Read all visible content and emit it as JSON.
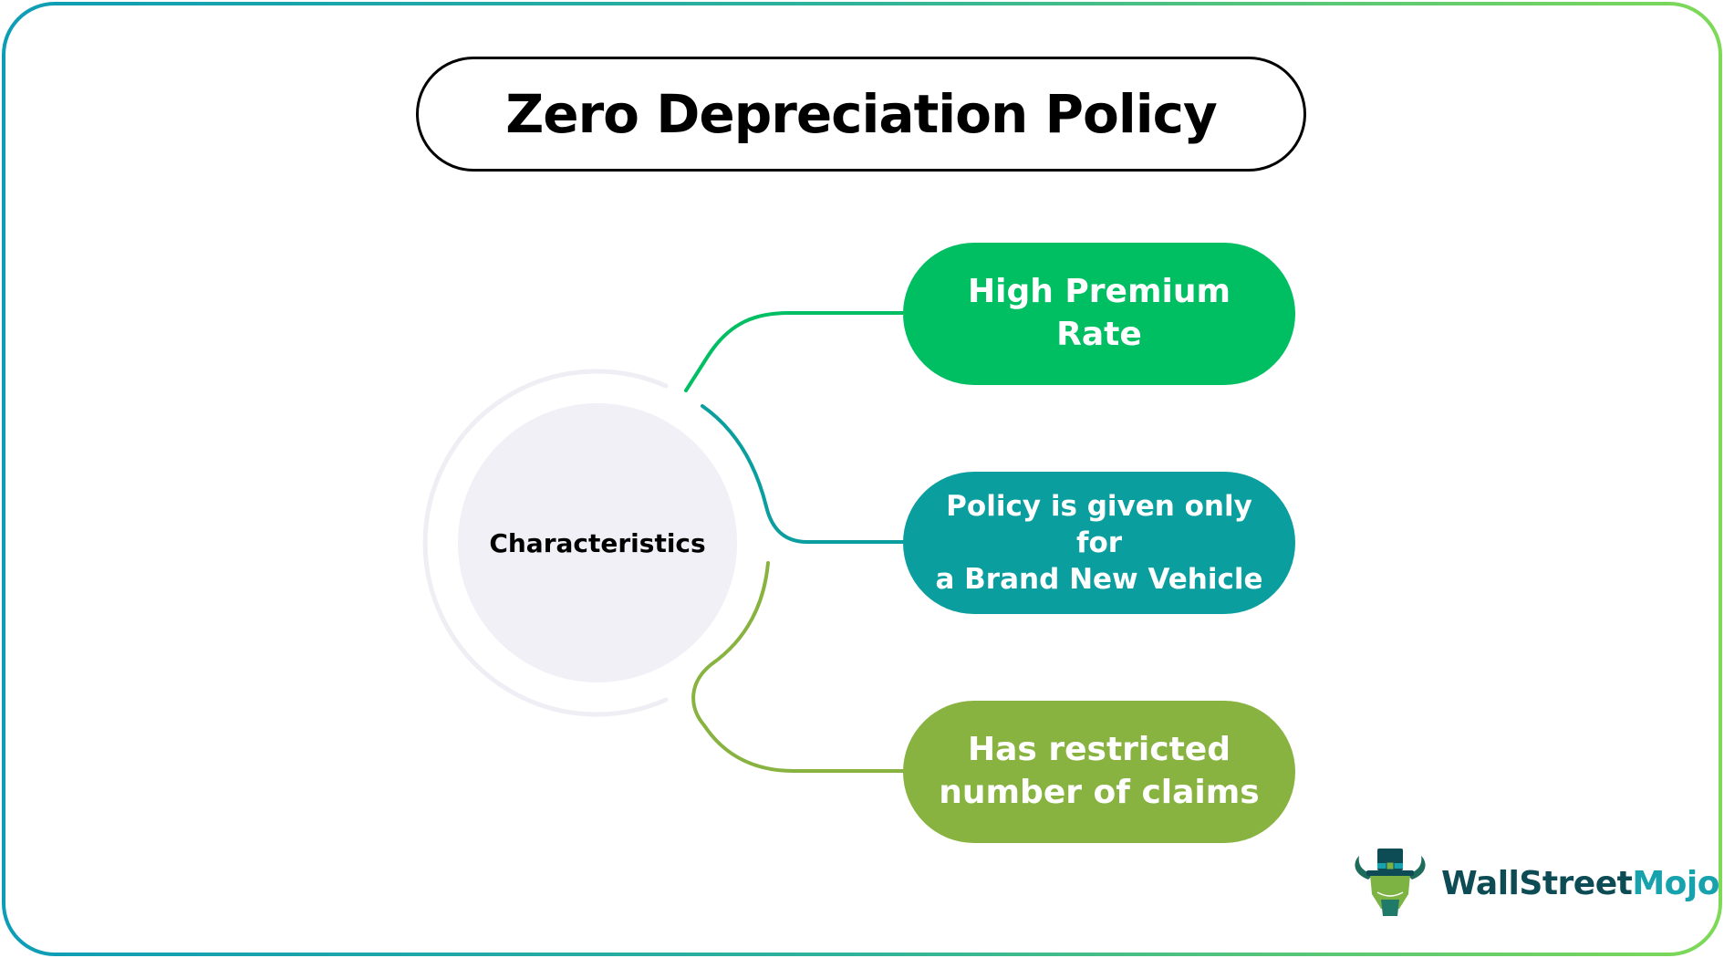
{
  "title": "Zero Depreciation Policy",
  "center": {
    "label": "Characteristics"
  },
  "items": [
    {
      "label": "High Premium Rate",
      "line1": "High Premium",
      "line2": "Rate",
      "color": "#00bf63"
    },
    {
      "label": "Policy is given only for a Brand New Vehicle",
      "line1": "Policy is given only for",
      "line2": "a Brand New Vehicle",
      "color": "#0b9e9e"
    },
    {
      "label": "Has restricted number of claims",
      "line1": "Has restricted",
      "line2": "number of claims",
      "color": "#88b341"
    }
  ],
  "colors": {
    "frame_start": "#0e9db6",
    "frame_end": "#7ed957",
    "center_fill": "#f0f0f6",
    "ring": "#eeeef4"
  },
  "logo": {
    "part1": "WallStreet",
    "part2": "Mojo",
    "icon": "bull-with-top-hat-icon"
  }
}
